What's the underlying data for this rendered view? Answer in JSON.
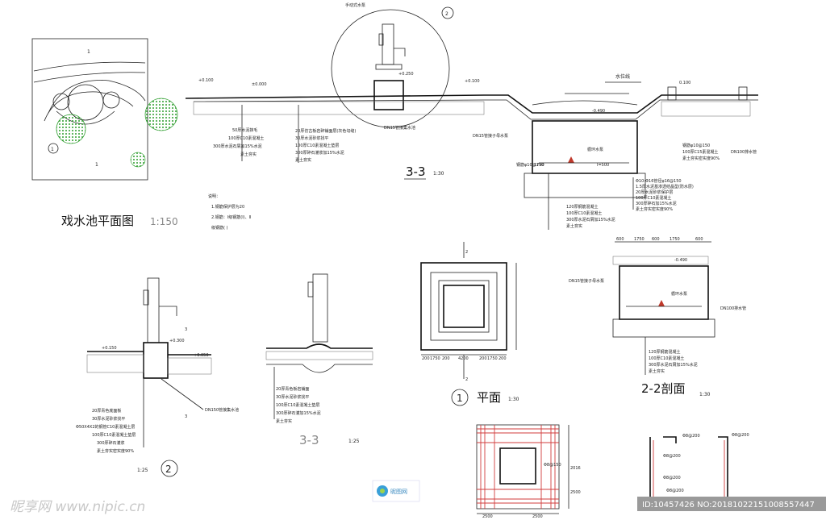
{
  "drawing": {
    "plan": {
      "title": "戏水池平面图",
      "scale": "1:150",
      "label_1": "1",
      "label_circle": "1",
      "notes_heading": "说明：",
      "notes": [
        "1.钢筋保护层为20",
        "2.钢筋：Ⅰ级钢筋(Ⅰ)、Ⅱ",
        "级钢筋(  )"
      ]
    },
    "section33_top": {
      "title": "3-3",
      "scale": "1:30",
      "pump_label": "手动式水泵",
      "callout": "2",
      "water_level": "水位线",
      "elev_left": "+0.100",
      "elev_zero": "±0.000",
      "elev_pump": "+0.250",
      "elev_right": "+0.100",
      "elev_deep": "-0.490",
      "elev_far": "0.100",
      "pipe_label": "DN15管接集水池",
      "pipe_label2": "DN15管接子母水泵",
      "pump_ring": "循环水泵",
      "drain": "DN100排水管",
      "wall_note": "Ⅰ=500",
      "dim_1790": "1790",
      "layers_left": [
        "50厚水泥抹毛",
        "100厚C10素混凝土",
        "300厚水泥石屑加15%水泥",
        "素土夯实"
      ],
      "layers_mid": [
        "20厚仿古板岩碎铺面层(灰色勾缝)",
        "30厚水泥砂浆找平",
        "100厚C10素混凝土垫层",
        "300厚碎石灌浆加15%水泥",
        "素土夯实"
      ],
      "layers_right": [
        "Φ10-Φ16管径φ16@150",
        "1.5厚水泥基渗透结晶型(防水层)",
        "20厚水泥砂浆保护层",
        "100厚C10素混凝土",
        "300厚碎石加15%水泥",
        "素土夯实密实度90%"
      ],
      "layers_bottom": [
        "120厚钢筋混凝土",
        "100厚C10素混凝土",
        "300厚水泥石屑加15%水泥",
        "素土夯实"
      ],
      "layers_side": [
        "钢筋φ10@150",
        "100厚C15素混凝土",
        "素土夯实密实度90%"
      ]
    },
    "detail2": {
      "scale": "1:25",
      "callout": "2",
      "elev_150": "+0.150",
      "elev_300": "+0.300",
      "elev_050": "+0.050",
      "cut": "3",
      "pipe": "DN150管接集水池",
      "layers": [
        "20厚青色底面板",
        "30厚水泥砂浆找平",
        "Φ50X4X2的钢管C10素混凝土层",
        "100厚C10素混凝土垫层",
        "300厚碎石灌浆",
        "素土夯实密实度90%"
      ]
    },
    "section33_small": {
      "title": "3-3",
      "scale": "1:25",
      "layers": [
        "20厚青色板岩铺面",
        "30厚水泥砂浆找平",
        "100厚C10素混凝土垫层",
        "300厚碎石灌加15%水泥",
        "素土夯实"
      ]
    },
    "plan_small": {
      "title": "平面",
      "scale": "1:30",
      "callout": "1",
      "cut_top": "2",
      "cut_bottom": "2",
      "dims": [
        "200",
        "1750",
        "200",
        "4200",
        "200",
        "1750",
        "200"
      ]
    },
    "section22": {
      "title": "2-2剖面",
      "scale": "1:30",
      "elev": "-0.490",
      "pipe_in": "DN15管接子母水泵",
      "pump": "循环水泵",
      "drain": "DN100排水管",
      "dims_top": [
        "600",
        "1750",
        "600",
        "1750",
        "600"
      ],
      "layers": [
        "120厚钢筋混凝土",
        "100厚C10素混凝土",
        "300厚水泥石屑加15%水泥",
        "素土夯实"
      ]
    },
    "rebar_plan": {
      "note": "Φ8@150",
      "dim_right_top": "2016",
      "dim_right_bottom": "2500",
      "dims_bottom": [
        "2500",
        "2500"
      ]
    },
    "rebar_section": {
      "labels": [
        "Φ8@200",
        "Φ8@200",
        "Φ8@200",
        "Φ8@200",
        "Φ8@200"
      ]
    },
    "footer": {
      "watermark": "昵享网 www.nipic.cn",
      "logo_text": "昵图网",
      "id_text": "ID:10457426 NO:20181022151008557447"
    }
  }
}
